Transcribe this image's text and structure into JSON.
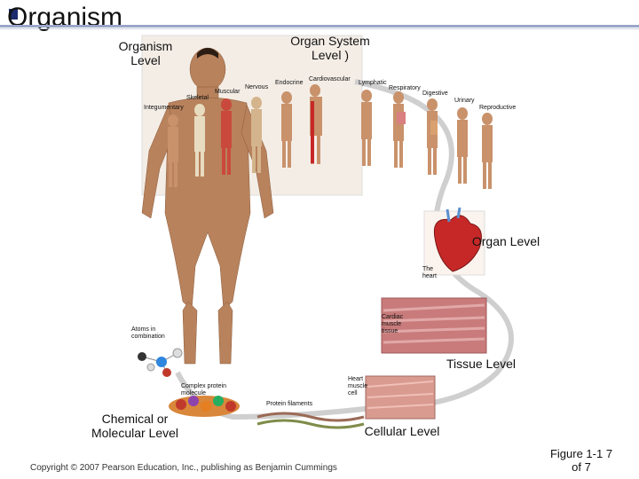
{
  "slide": {
    "title": "Organism"
  },
  "levels": {
    "organism": "Organism Level",
    "organ_system": "Organ System Level )",
    "organ": "Organ Level",
    "tissue": "Tissue Level",
    "cellular": "Cellular Level",
    "chemical": "Chemical or Molecular Level"
  },
  "systems": [
    "Integumentary",
    "Skeletal",
    "Muscular",
    "Nervous",
    "Endocrine",
    "Cardiovascular",
    "Lymphatic",
    "Respiratory",
    "Digestive",
    "Urinary",
    "Reproductive"
  ],
  "labels": {
    "heart": "The heart",
    "cardiac_tissue": "Cardiac muscle tissue",
    "atoms": "Atoms in combination",
    "complex_protein": "Complex protein molecule",
    "protein_filaments": "Protein filaments",
    "heart_cell": "Heart muscle cell"
  },
  "footer": {
    "copyright": "Copyright © 2007 Pearson Education, Inc., publishing as Benjamin Cummings",
    "figure": "Figure 1-1 7 of 7"
  },
  "colors": {
    "skin": "#b8825c",
    "title_bar": "#1a2a6c",
    "muscle": "#c94a3c",
    "heart": "#c62828"
  }
}
